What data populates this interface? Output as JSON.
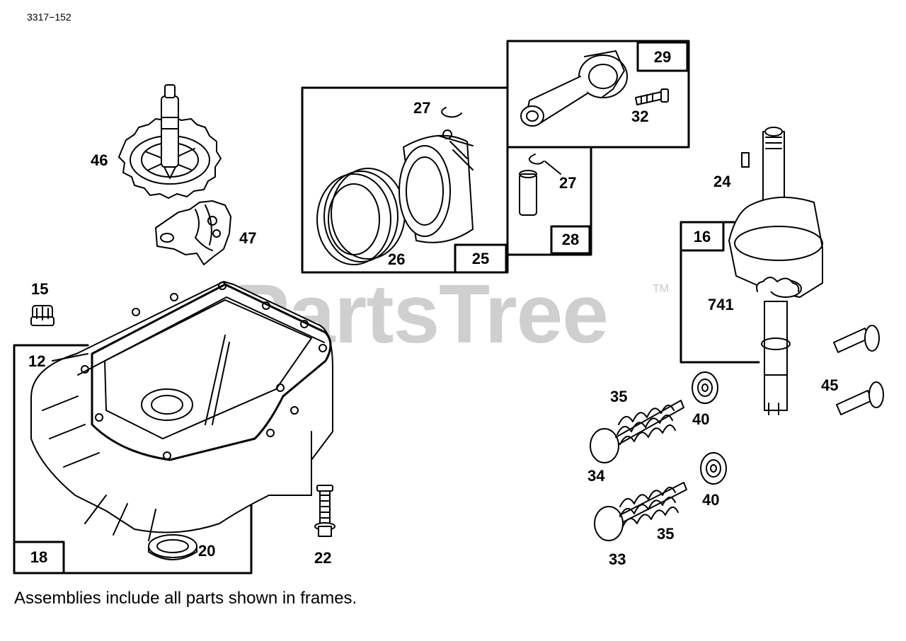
{
  "drawing_id": "3317−152",
  "watermark": "PartsTree",
  "trademark": "TM",
  "note": "Assemblies include all parts shown in frames.",
  "frames": [
    {
      "id": "frame-25",
      "label": "25"
    },
    {
      "id": "frame-28",
      "label": "28"
    },
    {
      "id": "frame-29",
      "label": "29"
    },
    {
      "id": "frame-16",
      "label": "16"
    },
    {
      "id": "frame-18",
      "label": "18"
    }
  ],
  "callouts": [
    {
      "id": "46",
      "label": "46"
    },
    {
      "id": "47",
      "label": "47"
    },
    {
      "id": "15",
      "label": "15"
    },
    {
      "id": "12",
      "label": "12"
    },
    {
      "id": "20",
      "label": "20"
    },
    {
      "id": "22",
      "label": "22"
    },
    {
      "id": "27a",
      "label": "27"
    },
    {
      "id": "26",
      "label": "26"
    },
    {
      "id": "27b",
      "label": "27"
    },
    {
      "id": "32",
      "label": "32"
    },
    {
      "id": "24",
      "label": "24"
    },
    {
      "id": "741",
      "label": "741"
    },
    {
      "id": "45",
      "label": "45"
    },
    {
      "id": "35a",
      "label": "35"
    },
    {
      "id": "40a",
      "label": "40"
    },
    {
      "id": "34",
      "label": "34"
    },
    {
      "id": "40b",
      "label": "40"
    },
    {
      "id": "35b",
      "label": "35"
    },
    {
      "id": "33",
      "label": "33"
    }
  ]
}
